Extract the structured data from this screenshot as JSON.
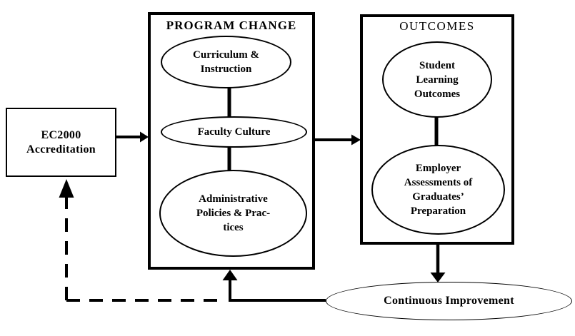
{
  "colors": {
    "ink": "#000000",
    "background": "#ffffff"
  },
  "groups": {
    "program_change": {
      "title": "PROGRAM CHANGE"
    },
    "outcomes": {
      "title": "OUTCOMES"
    }
  },
  "nodes": {
    "ec2000": {
      "shape": "rectangle",
      "label": "EC2000\nAccreditation"
    },
    "curriculum": {
      "shape": "ellipse",
      "label": "Curriculum &\nInstruction"
    },
    "faculty_culture": {
      "shape": "ellipse",
      "label": "Faculty Culture"
    },
    "admin_policies": {
      "shape": "ellipse",
      "label": "Administrative\nPolicies & Prac-\ntices"
    },
    "student_outcomes": {
      "shape": "ellipse",
      "label": "Student\nLearning\nOutcomes"
    },
    "employer_assessments": {
      "shape": "ellipse",
      "label": "Employer\nAssessments of\nGraduates’\nPreparation"
    },
    "continuous_improvement": {
      "shape": "ellipse",
      "label": "Continuous Improvement"
    }
  },
  "edges": [
    {
      "from": "ec2000",
      "to": "program_change",
      "style": "solid",
      "arrow": true
    },
    {
      "from": "program_change",
      "to": "outcomes",
      "style": "solid",
      "arrow": true
    },
    {
      "from": "curriculum",
      "to": "faculty_culture",
      "style": "solid",
      "arrow": false
    },
    {
      "from": "faculty_culture",
      "to": "admin_policies",
      "style": "solid",
      "arrow": false
    },
    {
      "from": "student_outcomes",
      "to": "employer_assessments",
      "style": "solid",
      "arrow": false
    },
    {
      "from": "outcomes",
      "to": "continuous_improvement",
      "style": "solid",
      "arrow": true
    },
    {
      "from": "continuous_improvement",
      "to": "program_change",
      "style": "solid",
      "arrow": true
    },
    {
      "from": "continuous_improvement",
      "to": "ec2000",
      "style": "dashed",
      "arrow": true
    }
  ]
}
